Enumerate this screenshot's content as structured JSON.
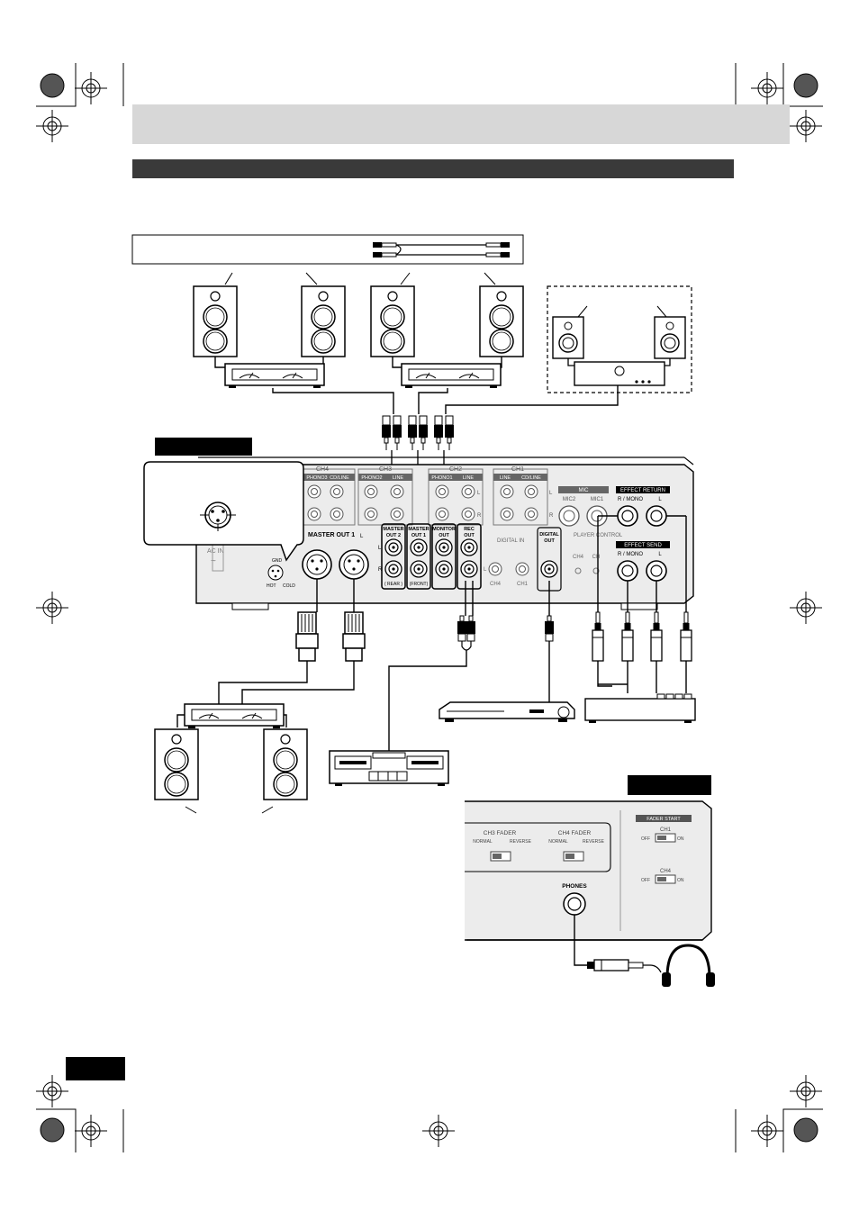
{
  "rear_panel": {
    "ch4": {
      "label": "CH4",
      "inputs": [
        "PHONO3",
        "CD/LINE"
      ]
    },
    "ch3": {
      "label": "CH3",
      "inputs": [
        "PHONO2",
        "LINE"
      ]
    },
    "ch2": {
      "label": "CH2",
      "inputs": [
        "PHONO1",
        "LINE"
      ]
    },
    "ch1": {
      "label": "CH1",
      "inputs": [
        "LINE",
        "CD/LINE"
      ]
    },
    "mic": {
      "label": "MIC",
      "mic2": "MIC2",
      "mic1": "MIC1"
    },
    "effect_return": {
      "label": "EFFECT RETURN",
      "r_mono": "R / MONO",
      "l": "L"
    },
    "effect_send": {
      "label": "EFFECT SEND",
      "r_mono": "R / MONO",
      "l": "L"
    },
    "player_control": {
      "label": "PLAYER CONTROL",
      "ch4": "CH4",
      "ch1": "CH"
    },
    "master_out1": "MASTER OUT 1",
    "ac_in": "AC IN",
    "ac_symbol": "~",
    "xlr_pins": {
      "gnd": "GND",
      "hot": "HOT",
      "cold": "COLD"
    },
    "master_out2": {
      "line1": "MASTER",
      "line2": "OUT 2",
      "caption": "( REAR )"
    },
    "master_out1_rca": {
      "line1": "MASTER",
      "line2": "OUT 1",
      "caption": "(FRONT)"
    },
    "monitor_out": {
      "line1": "MONITOR",
      "line2": "OUT"
    },
    "rec_out": {
      "line1": "REC",
      "line2": "OUT"
    },
    "digital_in": {
      "label": "DIGITAL IN",
      "ch4": "CH4",
      "ch1": "CH1"
    },
    "digital_out": {
      "line1": "DIGITAL",
      "line2": "OUT"
    },
    "l": "L",
    "r": "R"
  },
  "front_panel": {
    "ch3_fader": {
      "label": "CH3 FADER",
      "normal": "NORMAL",
      "reverse": "REVERSE"
    },
    "ch4_fader": {
      "label": "CH4 FADER",
      "normal": "NORMAL",
      "reverse": "REVERSE"
    },
    "fader_start": {
      "label": "FADER START",
      "ch1": "CH1",
      "ch4": "CH4",
      "off": "OFF",
      "on": "ON"
    },
    "phones": "PHONES"
  },
  "colors": {
    "header_bar": "#d7d7d7",
    "title_bar": "#3a3a3a",
    "panel_fill": "#ececec",
    "black_label": "#000000"
  }
}
